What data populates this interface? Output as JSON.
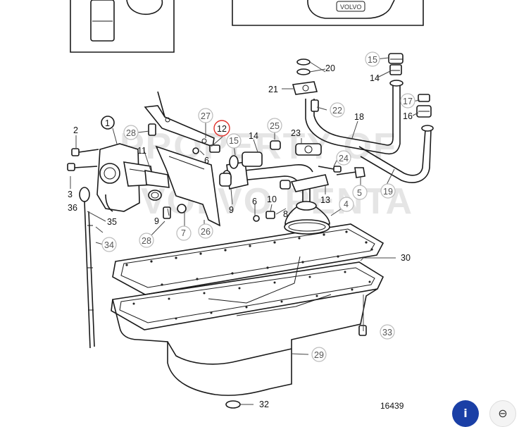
{
  "watermark": [
    "PROPERTY OF",
    "VOLVO PENTA"
  ],
  "drawing_number": "16439",
  "highlighted_part": "12",
  "inset_text": "VOLVO",
  "parts": [
    {
      "id": "p1",
      "label": "1"
    },
    {
      "id": "p2",
      "label": "2"
    },
    {
      "id": "p3",
      "label": "3"
    },
    {
      "id": "p4",
      "label": "4"
    },
    {
      "id": "p5",
      "label": "5"
    },
    {
      "id": "p6a",
      "label": "6"
    },
    {
      "id": "p6b",
      "label": "6"
    },
    {
      "id": "p7",
      "label": "7"
    },
    {
      "id": "p8",
      "label": "8"
    },
    {
      "id": "p9a",
      "label": "9"
    },
    {
      "id": "p9b",
      "label": "9"
    },
    {
      "id": "p10",
      "label": "10"
    },
    {
      "id": "p11",
      "label": "11"
    },
    {
      "id": "p12",
      "label": "12"
    },
    {
      "id": "p13",
      "label": "13"
    },
    {
      "id": "p14a",
      "label": "14"
    },
    {
      "id": "p14b",
      "label": "14"
    },
    {
      "id": "p15a",
      "label": "15"
    },
    {
      "id": "p15b",
      "label": "15"
    },
    {
      "id": "p16",
      "label": "16"
    },
    {
      "id": "p17",
      "label": "17"
    },
    {
      "id": "p18",
      "label": "18"
    },
    {
      "id": "p19",
      "label": "19"
    },
    {
      "id": "p20",
      "label": "20"
    },
    {
      "id": "p21",
      "label": "21"
    },
    {
      "id": "p22",
      "label": "22"
    },
    {
      "id": "p23",
      "label": "23"
    },
    {
      "id": "p24",
      "label": "24"
    },
    {
      "id": "p25",
      "label": "25"
    },
    {
      "id": "p26",
      "label": "26"
    },
    {
      "id": "p27",
      "label": "27"
    },
    {
      "id": "p28a",
      "label": "28"
    },
    {
      "id": "p28b",
      "label": "28"
    },
    {
      "id": "p29",
      "label": "29"
    },
    {
      "id": "p30",
      "label": "30"
    },
    {
      "id": "p32",
      "label": "32"
    },
    {
      "id": "p33",
      "label": "33"
    },
    {
      "id": "p34",
      "label": "34"
    },
    {
      "id": "p35",
      "label": "35"
    },
    {
      "id": "p36",
      "label": "36"
    }
  ],
  "controls": {
    "info_icon": "i",
    "zoom_icon": "⊖"
  }
}
